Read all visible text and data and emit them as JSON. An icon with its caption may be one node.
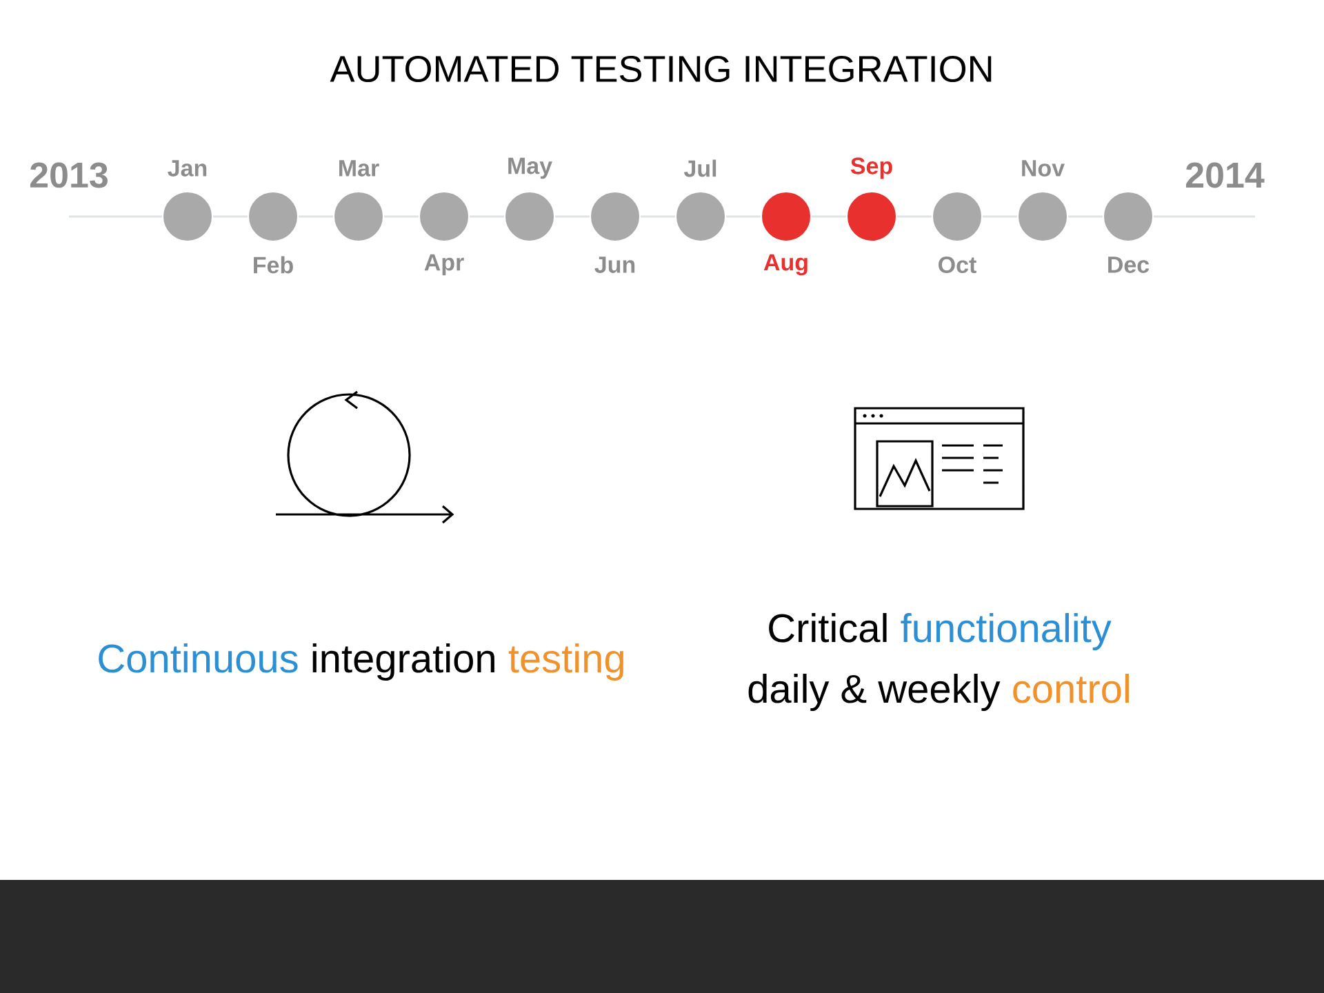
{
  "diagram": {
    "title": "AUTOMATED TESTING INTEGRATION",
    "nodes": [
      {
        "text": [
          "Jan"
        ]
      },
      {
        "text": [
          "Feb"
        ]
      },
      {
        "text": [
          "Mar"
        ]
      },
      {
        "text": [
          "Apr"
        ]
      },
      {
        "text": [
          "May"
        ]
      },
      {
        "text": [
          "Jun"
        ]
      },
      {
        "text": [
          "Jul"
        ]
      },
      {
        "text": [
          "Aug"
        ]
      },
      {
        "text": [
          "Sep"
        ]
      },
      {
        "text": [
          "Oct"
        ]
      },
      {
        "text": [
          "Nov"
        ]
      },
      {
        "text": [
          "Dec"
        ]
      }
    ],
    "labels": [
      "2013",
      "2014",
      "Continuous",
      "integration",
      "testing",
      "Critical",
      "functionality",
      "daily & weekly",
      "control"
    ]
  }
}
